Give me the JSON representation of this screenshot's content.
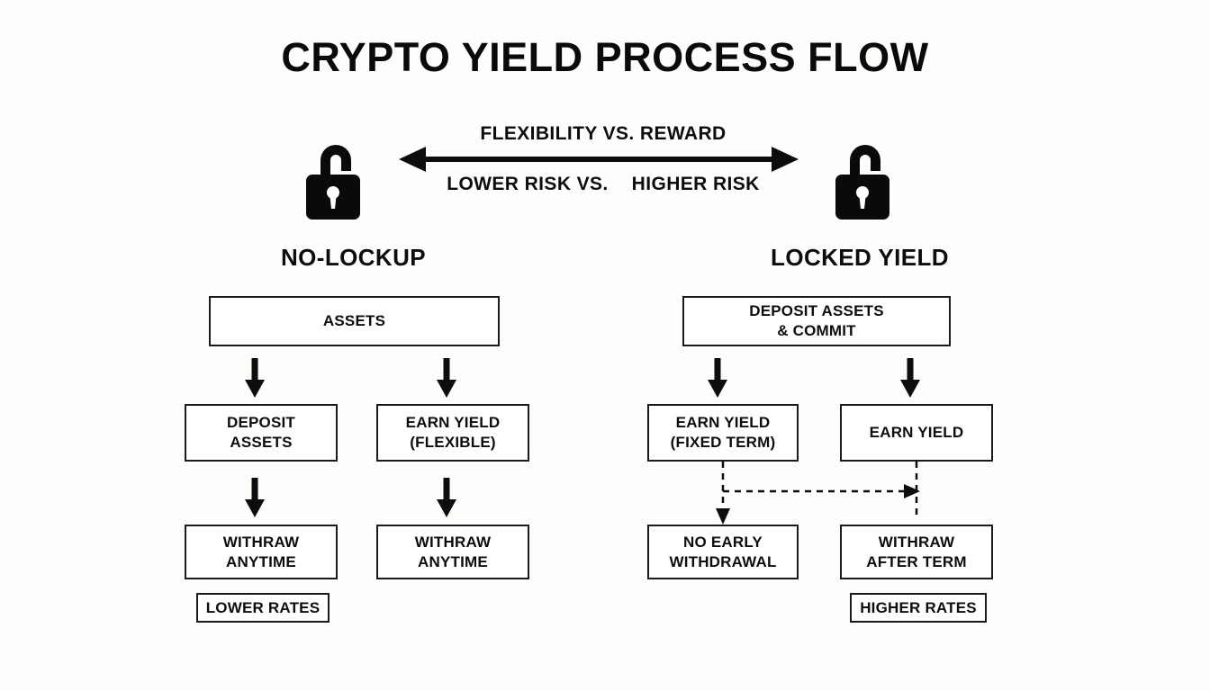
{
  "title": "CRYPTO YIELD PROCESS FLOW",
  "comparison": {
    "top_label": "FLEXIBILITY VS. REWARD",
    "risk_left": "LOWER RISK VS.",
    "risk_right": "HIGHER RISK",
    "left_icon": "open-padlock-icon",
    "right_icon": "padlock-icon"
  },
  "columns": {
    "left": {
      "heading": "NO-LOCKUP",
      "header_box": "ASSETS",
      "branches": [
        {
          "step": [
            "DEPOSIT",
            "ASSETS"
          ],
          "outcome": [
            "WITHRAW",
            "ANYTIME"
          ]
        },
        {
          "step": [
            "EARN YIELD",
            "(FLEXIBLE)"
          ],
          "outcome": [
            "WITHRAW",
            "ANYTIME"
          ]
        }
      ],
      "rate_badge": "LOWER RATES"
    },
    "right": {
      "heading": "LOCKED YIELD",
      "header_box": [
        "DEPOSIT ASSETS",
        "& COMMIT"
      ],
      "branches": [
        {
          "step": [
            "EARN YIELD",
            "(FIXED TERM)"
          ],
          "outcome": [
            "NO EARLY",
            "WITHDRAWAL"
          ]
        },
        {
          "step": [
            "EARN YIELD"
          ],
          "outcome": [
            "WITHRAW",
            "AFTER TERM"
          ]
        }
      ],
      "rate_badge": "HIGHER RATES"
    }
  },
  "colors": {
    "background": "#fdfdfc",
    "ink": "#0d0d0d",
    "box_border": "#1a1a1a",
    "box_fill": "#ffffff"
  }
}
